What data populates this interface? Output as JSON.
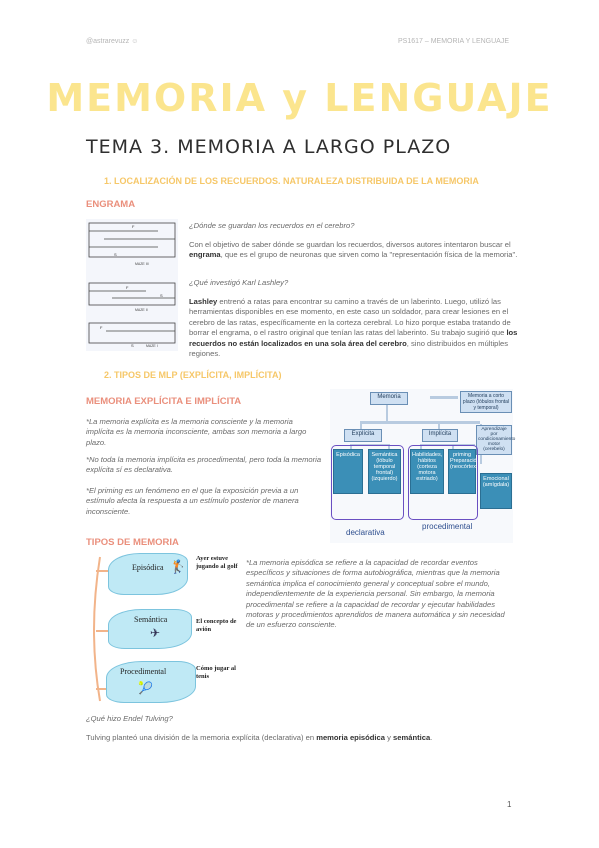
{
  "header": {
    "author": "@astrarevuzz",
    "course": "PS1617 – MEMORIA Y LENGUAJE"
  },
  "title": "MEMORIA y LENGUAJE",
  "topic": "TEMA 3. MEMORIA A LARGO PLAZO",
  "section1": "1.  LOCALIZACIÓN DE LOS RECUERDOS. NATURALEZA DISTRIBUIDA DE LA MEMORIA",
  "engrama": {
    "heading": "ENGRAMA",
    "maze_labels": [
      "MAZE III",
      "MAZE II",
      "MAZE I"
    ],
    "maze_marks": [
      "F",
      "S",
      "F",
      "S",
      "F",
      "S"
    ],
    "q1": "¿Dónde se guardan los recuerdos en el cerebro?",
    "p1_a": "Con el objetivo de saber dónde se guardan los recuerdos, diversos autores intentaron buscar el ",
    "p1_b": "engrama",
    "p1_c": ", que es el grupo de neuronas que sirven como la \"representación física de la memoria\".",
    "q2": "¿Qué investigó Karl Lashley?",
    "p2_a": "Lashley",
    "p2_b": " entrenó a ratas para encontrar su camino a través de un laberinto. Luego, utilizó las herramientas disponibles en ese momento, en este caso un soldador, para crear lesiones en el cerebro de las ratas, específicamente en la corteza cerebral. Lo hizo porque estaba tratando de borrar el engrama, o el rastro original que tenían las ratas del laberinto. Su trabajo sugirió que ",
    "p2_c": "los recuerdos no están localizados en una sola área del cerebro",
    "p2_d": ", sino distribuidos en múltiples regiones."
  },
  "section2": "2.  TIPOS DE MLP (EXPLÍCITA, IMPLÍCITA)",
  "explicita": {
    "heading": "MEMORIA EXPLÍCITA E IMPLÍCITA",
    "n1": "*La memoria explícita es la memoria consciente y la memoria implícita es la memoria inconsciente, ambas son memoria a largo plazo.",
    "n2": "*No toda la memoria implícita es procedimental, pero toda la memoria explícita sí es declarativa.",
    "n3": "*El priming es un fenómeno en el que la exposición previa a un estímulo afecta la respuesta a un estímulo posterior de manera inconsciente."
  },
  "diagram": {
    "memoria": "Memoria",
    "corto": "Memoria a corto plazo (lóbulos frontal y temporal)",
    "explicita": "Explícita",
    "implicita": "Implícita",
    "aprendizaje": "Aprendizaje por condicionamiento motor (cerebelo)",
    "episodica": "Episódica",
    "semantica": "Semántica (lóbulo temporal frontal) (izquierdo)",
    "habilidades": "Habilidades, hábitos (corteza motora estriado)",
    "priming": "priming Preparación (neocórtex)",
    "emocional": "Emocional (amígdala)",
    "declarativa": "declarativa",
    "procedimental": "procedimental"
  },
  "tipos": {
    "heading": "TIPOS DE MEMORIA",
    "ep_label": "Episódica",
    "ep_text": "Ayer estuve jugando al golf",
    "se_label": "Semántica",
    "se_text": "El concepto de avión",
    "pr_label": "Procedimental",
    "pr_text": "Cómo jugar al tenis",
    "note": "*La memoria episódica se refiere a la capacidad de recordar eventos específicos y situaciones de forma autobiográfica, mientras que la memoria semántica implica el conocimiento general y conceptual sobre el mundo, independientemente de la experiencia personal. Sin embargo, la memoria procedimental se refiere a la capacidad de recordar y ejecutar habilidades motoras y procedimientos aprendidos de manera automática y sin necesidad de un esfuerzo consciente."
  },
  "tulving": {
    "q": "¿Qué hizo Endel Tulving?",
    "p_a": "Tulving planteó una división de la memoria explícita (declarativa) en ",
    "p_b": "memoria episódica",
    "p_c": " y ",
    "p_d": "semántica",
    "p_e": "."
  },
  "page_number": "1",
  "colors": {
    "title": "#fbe58e",
    "section": "#f6c768",
    "subheading": "#ea8f7c",
    "diagram_blue": "#3b8fb7"
  }
}
